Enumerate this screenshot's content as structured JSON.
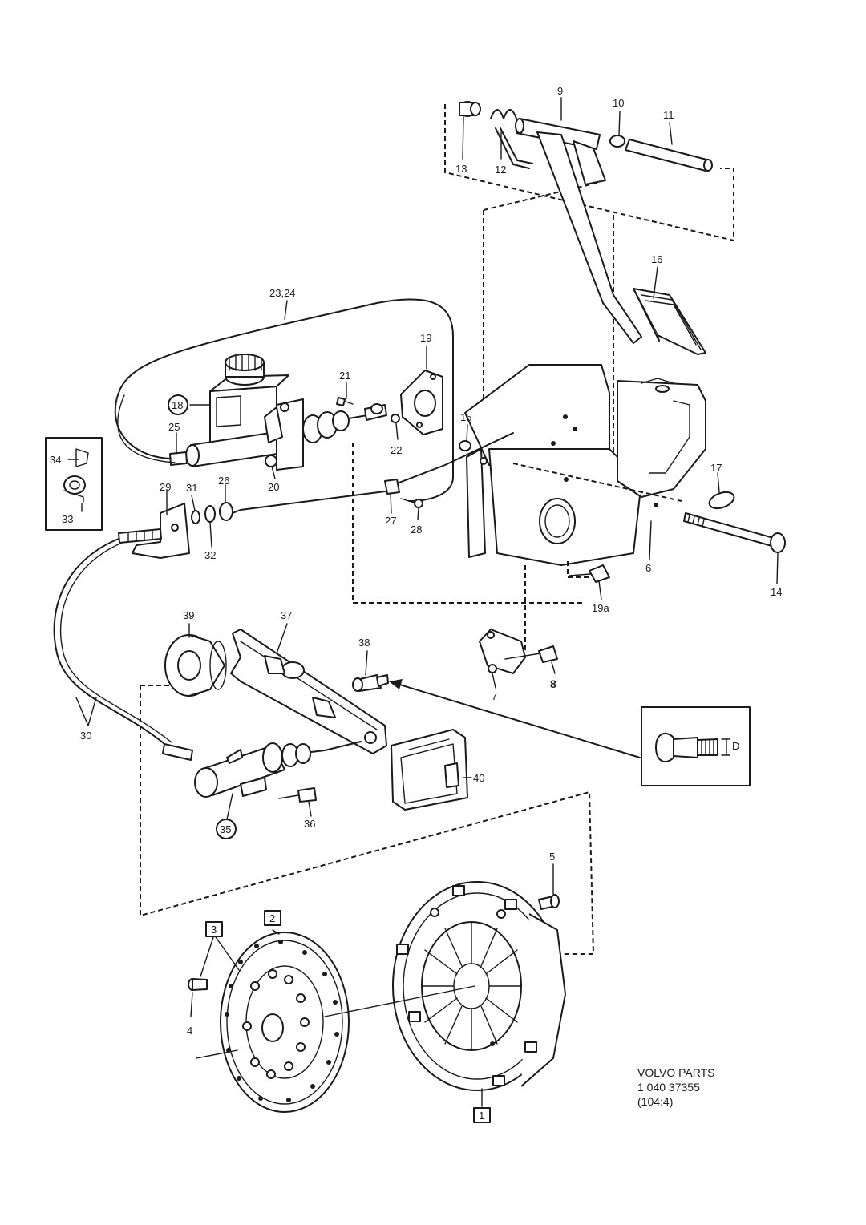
{
  "labels": {
    "l1": "1",
    "l2": "2",
    "l3": "3",
    "l4": "4",
    "l5": "5",
    "l6": "6",
    "l7": "7",
    "l8": "8",
    "l9": "9",
    "l10": "10",
    "l11": "11",
    "l12": "12",
    "l13": "13",
    "l14": "14",
    "l15": "15",
    "l16": "16",
    "l17": "17",
    "l18": "18",
    "l19": "19",
    "l19a": "19a",
    "l20": "20",
    "l21": "21",
    "l22": "22",
    "l2324": "23,24",
    "l25": "25",
    "l26": "26",
    "l27": "27",
    "l28": "28",
    "l29": "29",
    "l30": "30",
    "l31": "31",
    "l32": "32",
    "l33": "33",
    "l34": "34",
    "l35": "35",
    "l36": "36",
    "l37": "37",
    "l38": "38",
    "l39": "39",
    "l40": "40",
    "dim": "D"
  },
  "footer": {
    "line1": "VOLVO PARTS",
    "line2": "1 040   37355",
    "line3": "(104:4)"
  },
  "colors": {
    "ink": "#1a1a1a",
    "paper": "#ffffff"
  }
}
